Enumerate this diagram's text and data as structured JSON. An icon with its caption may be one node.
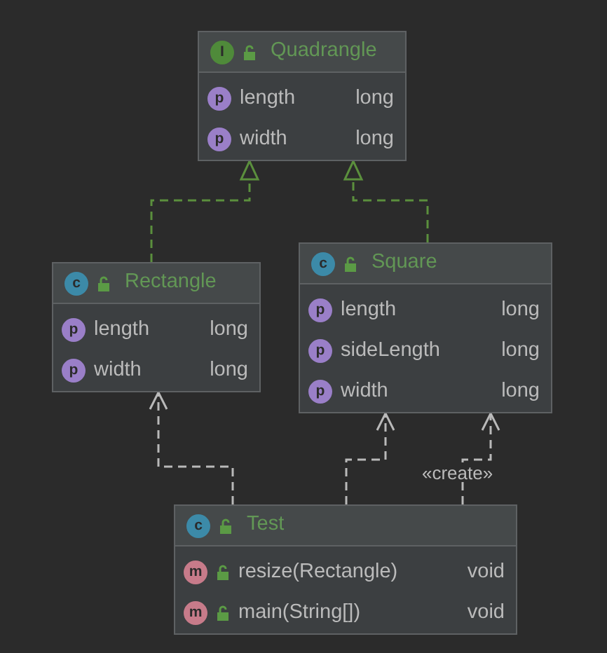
{
  "diagram": {
    "nodes": [
      {
        "text": [
          "I",
          "Quadrangle",
          "p",
          "length",
          "long",
          "p",
          "width",
          "long"
        ]
      },
      {
        "text": [
          "c",
          "Rectangle",
          "p",
          "length",
          "long",
          "p",
          "width",
          "long"
        ]
      },
      {
        "text": [
          "c",
          "Square",
          "p",
          "length",
          "long",
          "p",
          "sideLength",
          "long",
          "p",
          "width",
          "long"
        ]
      },
      {
        "text": [
          "c",
          "Test",
          "m",
          "resize(Rectangle)",
          "void",
          "m",
          "main(String[])",
          "void"
        ]
      }
    ],
    "edges": [
      {
        "from": 1,
        "to": 0,
        "arrow": "to",
        "style": "dashed",
        "color": "#5b8f3d"
      },
      {
        "from": 2,
        "to": 0,
        "arrow": "to",
        "style": "dashed",
        "color": "#5b8f3d"
      },
      {
        "from": 3,
        "to": 1,
        "arrow": "to",
        "style": "dashed"
      },
      {
        "from": 3,
        "to": 2,
        "arrow": "to",
        "style": "dashed"
      },
      {
        "from": 3,
        "to": 2,
        "arrow": "to",
        "style": "dashed",
        "label": "«create»"
      }
    ]
  }
}
